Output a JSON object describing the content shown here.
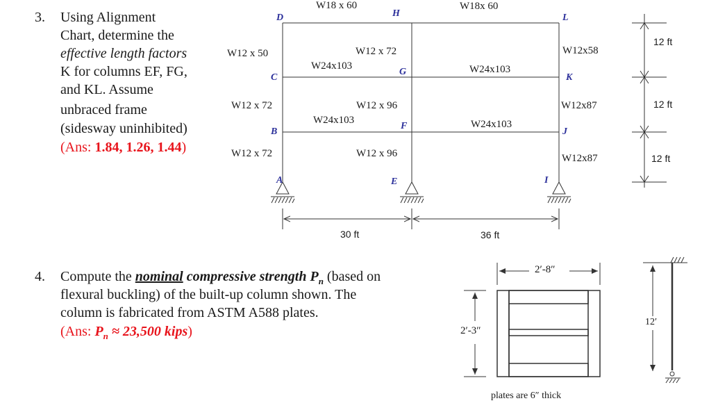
{
  "problem3": {
    "number": "3.",
    "lines": [
      "Using Alignment",
      "Chart, determine the",
      "effective length factors",
      "K for columns EF, FG,",
      "and KL.  Assume",
      "unbraced frame",
      "(sidesway uninhibited)"
    ],
    "ans_prefix": "(Ans: ",
    "ans_values": "1.84, 1.26, 1.44",
    "ans_suffix": ")"
  },
  "frame": {
    "nodes": {
      "D": "D",
      "C": "C",
      "B": "B",
      "A": "A",
      "H": "H",
      "G": "G",
      "F": "F",
      "E": "E",
      "L": "L",
      "K": "K",
      "J": "J",
      "I": "I"
    },
    "beam_top_left": "W18 x 60",
    "beam_top_right": "W18x 60",
    "beam_mid_left": "W24x103",
    "beam_mid_right": "W24x103",
    "beam_low_left": "W24x103",
    "beam_low_right": "W24x103",
    "col_left_top": "W12 x 50",
    "col_left_mid": "W12 x 72",
    "col_left_bot": "W12 x 72",
    "col_center_top": "W12 x 72",
    "col_center_mid": "W12 x 96",
    "col_center_bot": "W12 x 96",
    "col_right_top": "W12x58",
    "col_right_mid": "W12x87",
    "col_right_bot": "W12x87",
    "span_left": "30 ft",
    "span_right": "36 ft",
    "story_heights": [
      "12 ft",
      "12 ft",
      "12 ft"
    ]
  },
  "problem4": {
    "number": "4.",
    "line1_a": "Compute the ",
    "line1_b": "nominal",
    "line1_c": " compressive strength ",
    "line1_d": "P",
    "line1_e": "n",
    "line1_f": " (based on",
    "line2": "flexural buckling) of the built-up column shown.  The",
    "line3": "column is fabricated from ASTM A588 plates.",
    "ans_prefix": "(Ans:  ",
    "ans_p": "P",
    "ans_sub": "n",
    "ans_value": " ≈ 23,500 kips",
    "ans_suffix": ")"
  },
  "section": {
    "width_label": "2′-8″",
    "height_label": "2′-3″",
    "note": "plates are 6″ thick",
    "column_length": "12′"
  }
}
